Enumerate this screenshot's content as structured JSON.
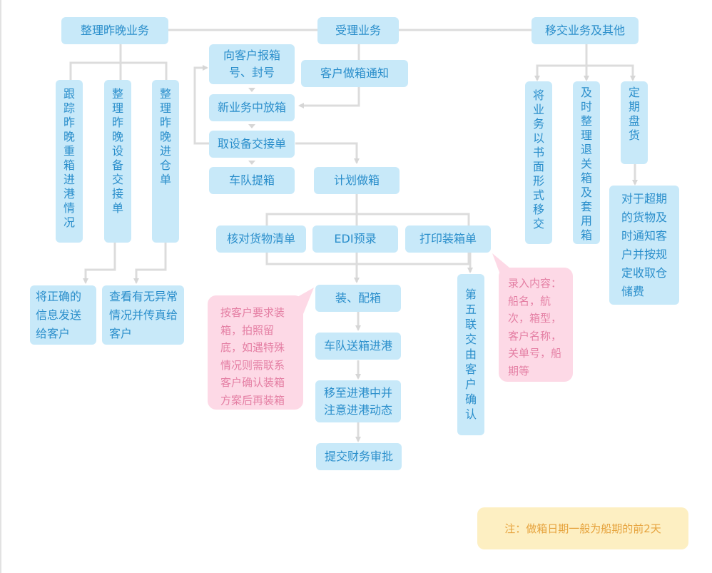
{
  "diagram": {
    "columns": [
      {
        "title": "整理昨晚业务",
        "children": [
          "跟踪昨晚重箱进港情况",
          "整理昨晚设备交接单",
          "整理昨晚进仓单"
        ],
        "results": [
          "将正确的信息发送给客户",
          "查看有无异常情况并传真给客户"
        ]
      },
      {
        "title": "受理业务",
        "steps": {
          "report_box": "向客户报箱号、封号",
          "notice": "客户做箱通知",
          "release": "新业务中放箱",
          "eir": "取设备交接单",
          "pickup": "车队提箱",
          "plan": "计划做箱",
          "check_list": "核对货物清单",
          "edi": "EDI预录",
          "print": "打印装箱单",
          "loading": "装、配箱",
          "deliver": "车队送箱进港",
          "move": "移至进港中并注意进港动态",
          "submit": "提交财务审批",
          "fifth_copy": "第五联交由客户确认"
        },
        "bubbles": {
          "loading_note": "按客户要求装箱，拍照留底，如遇特殊情况则需联系客户确认装箱方案后再装箱",
          "entry_note": "录入内容：船名，航次，箱型，客户名称，关单号，船期等"
        }
      },
      {
        "title": "移交业务及其他",
        "children": [
          "将业务以书面形式移交",
          "及时整理退关箱及套用箱",
          "定期盘货"
        ],
        "result": "对于超期的货物及时通知客户并按规定收取仓储费"
      }
    ],
    "note": "注：做箱日期一般为船期的前2天"
  },
  "colors": {
    "box_fill": "#c8e9f9",
    "box_text": "#2a8ecb",
    "bubble_fill": "#fdd9e6",
    "bubble_text": "#e47ea3",
    "note_fill": "#fdefc2",
    "note_text": "#e6a33d",
    "connector": "#dcdcdc"
  }
}
